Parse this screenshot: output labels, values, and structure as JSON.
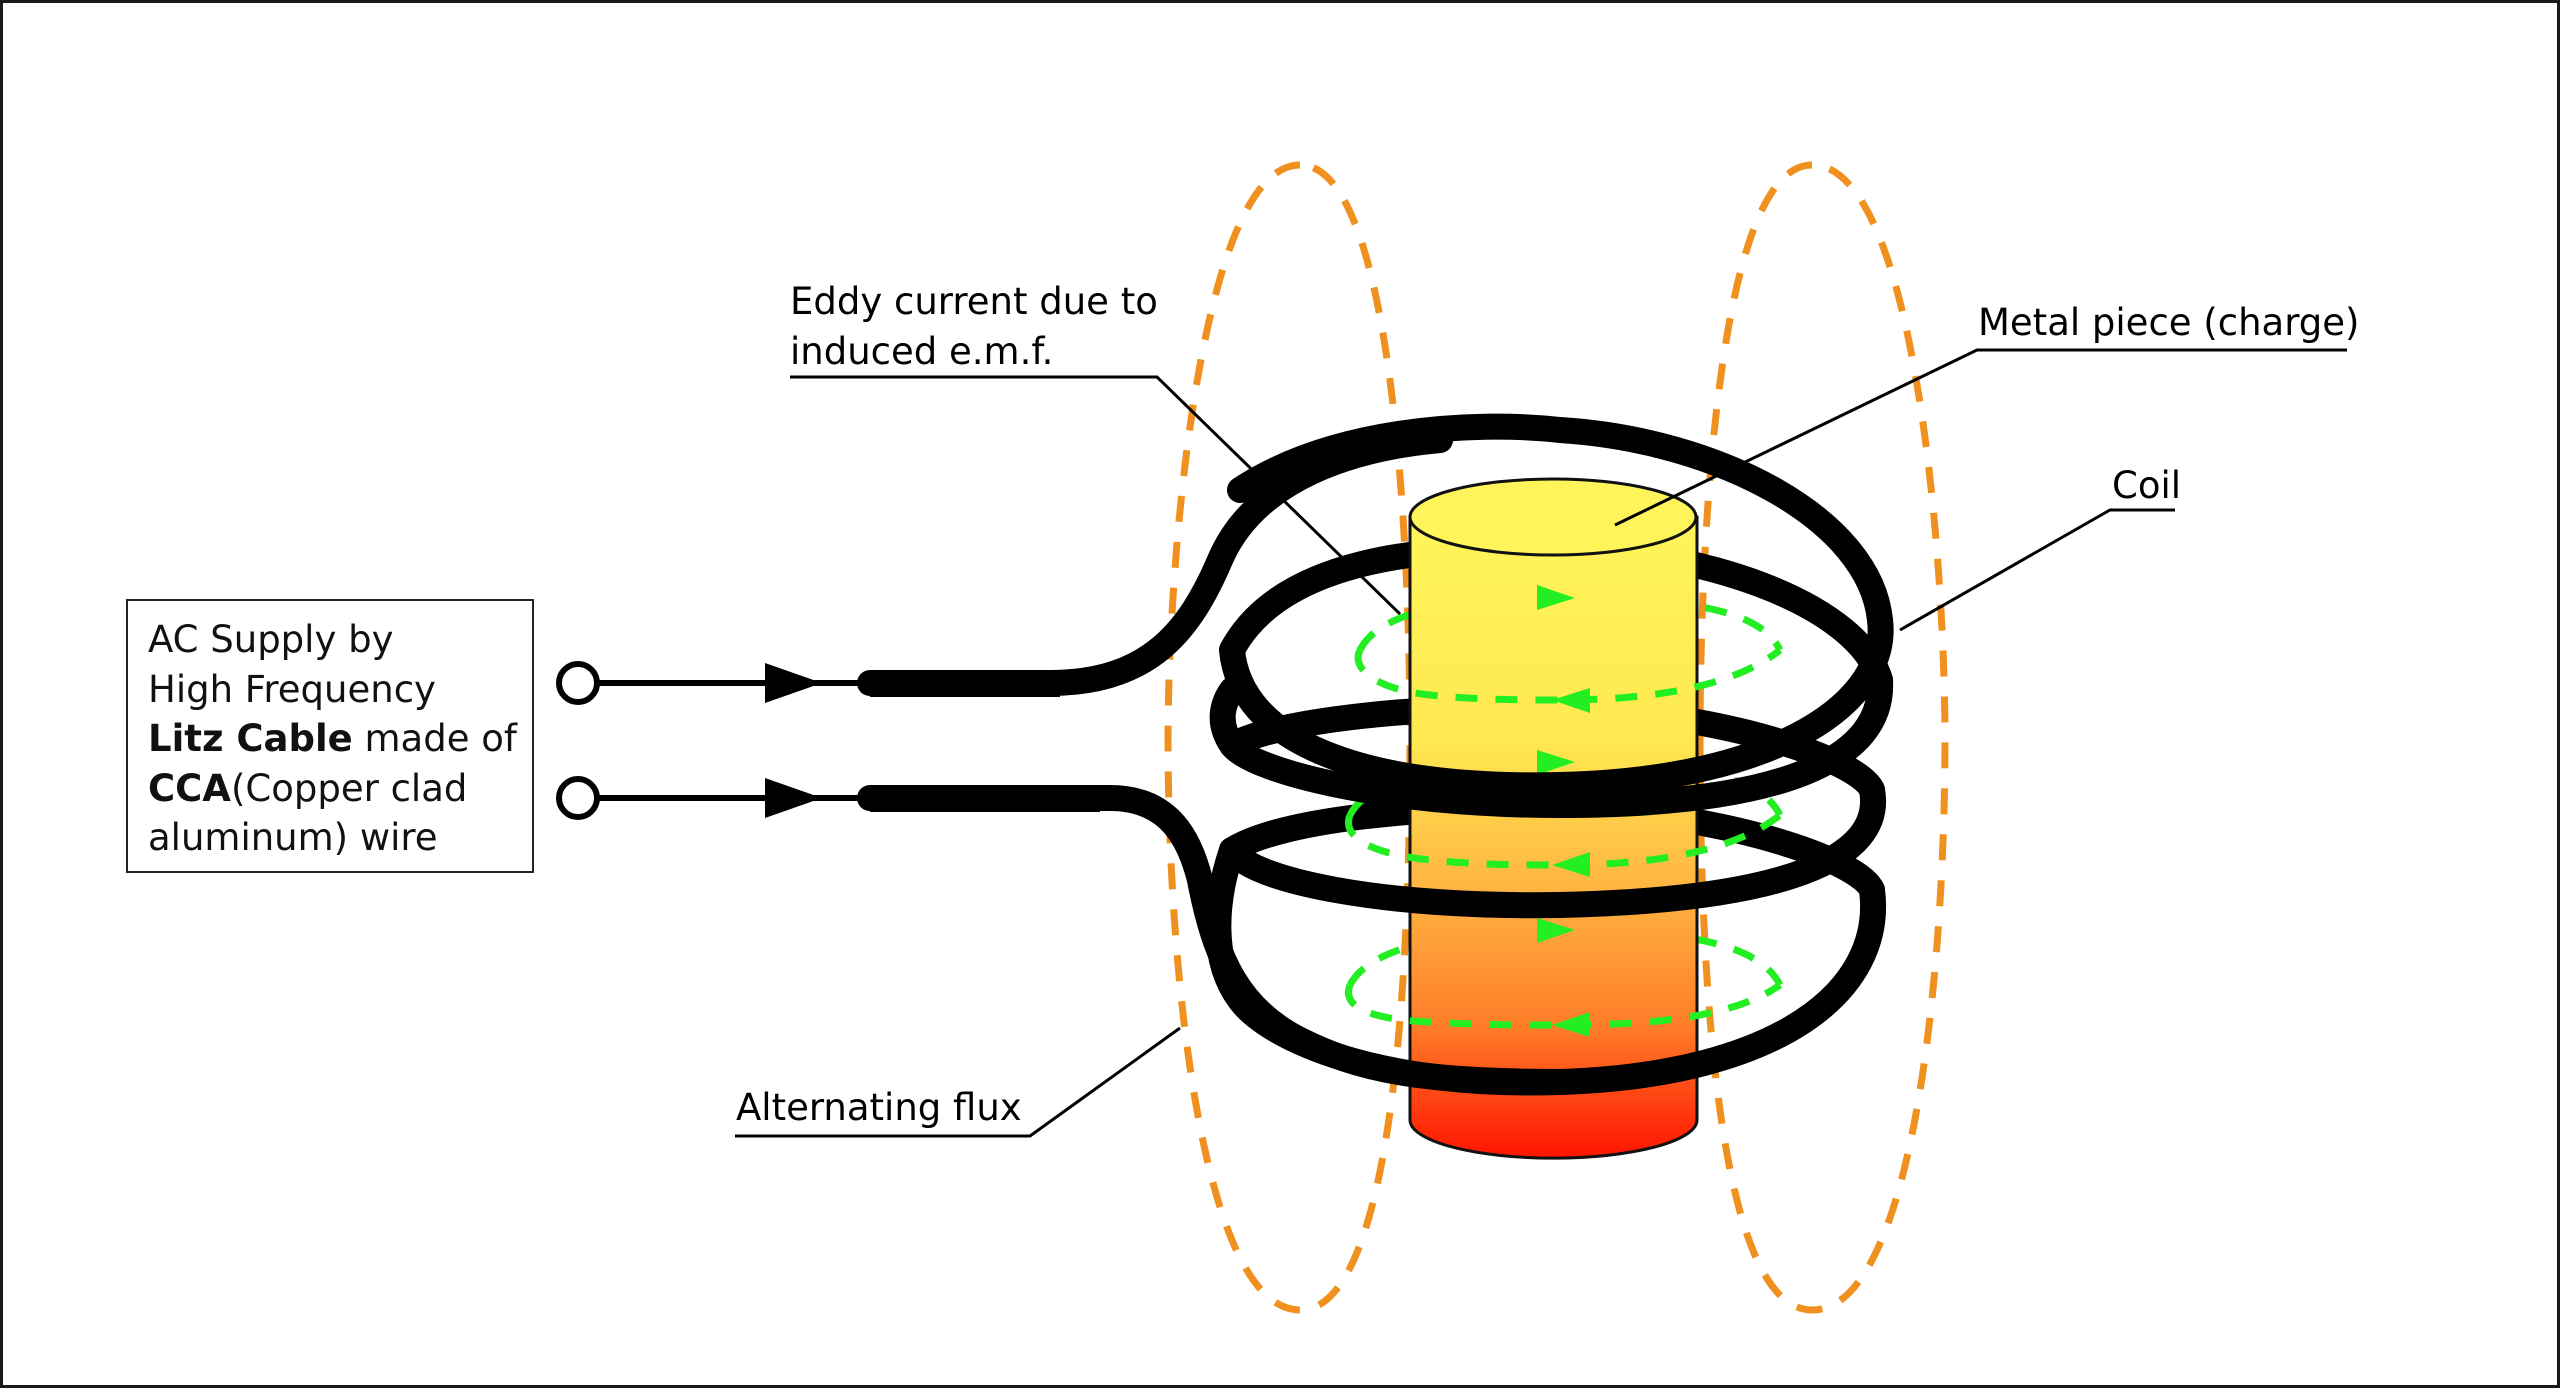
{
  "diagram": {
    "title": "Induction heating principle",
    "supply_box": {
      "line1": "AC Supply by",
      "line2": "High Frequency",
      "line3_bold": "Litz Cable",
      "line3_rest": " made of",
      "line4_bold": "CCA",
      "line4_rest": "(Copper clad",
      "line5": "aluminum) wire"
    },
    "labels": {
      "eddy_line1": "Eddy current due to",
      "eddy_line2": "induced e.m.f.",
      "metal_piece": "Metal piece (charge)",
      "coil": "Coil",
      "alternating_flux": "Alternating flux"
    },
    "colors": {
      "flux": "#f0901e",
      "eddy": "#22ee22",
      "coil": "#000000",
      "charge_top": "#fff55a",
      "charge_mid": "#ffb040",
      "charge_bottom": "#ff1a00"
    },
    "components": {
      "terminals": 2,
      "coil_turns": 4,
      "eddy_loops": 3,
      "flux_loops": 2
    }
  }
}
